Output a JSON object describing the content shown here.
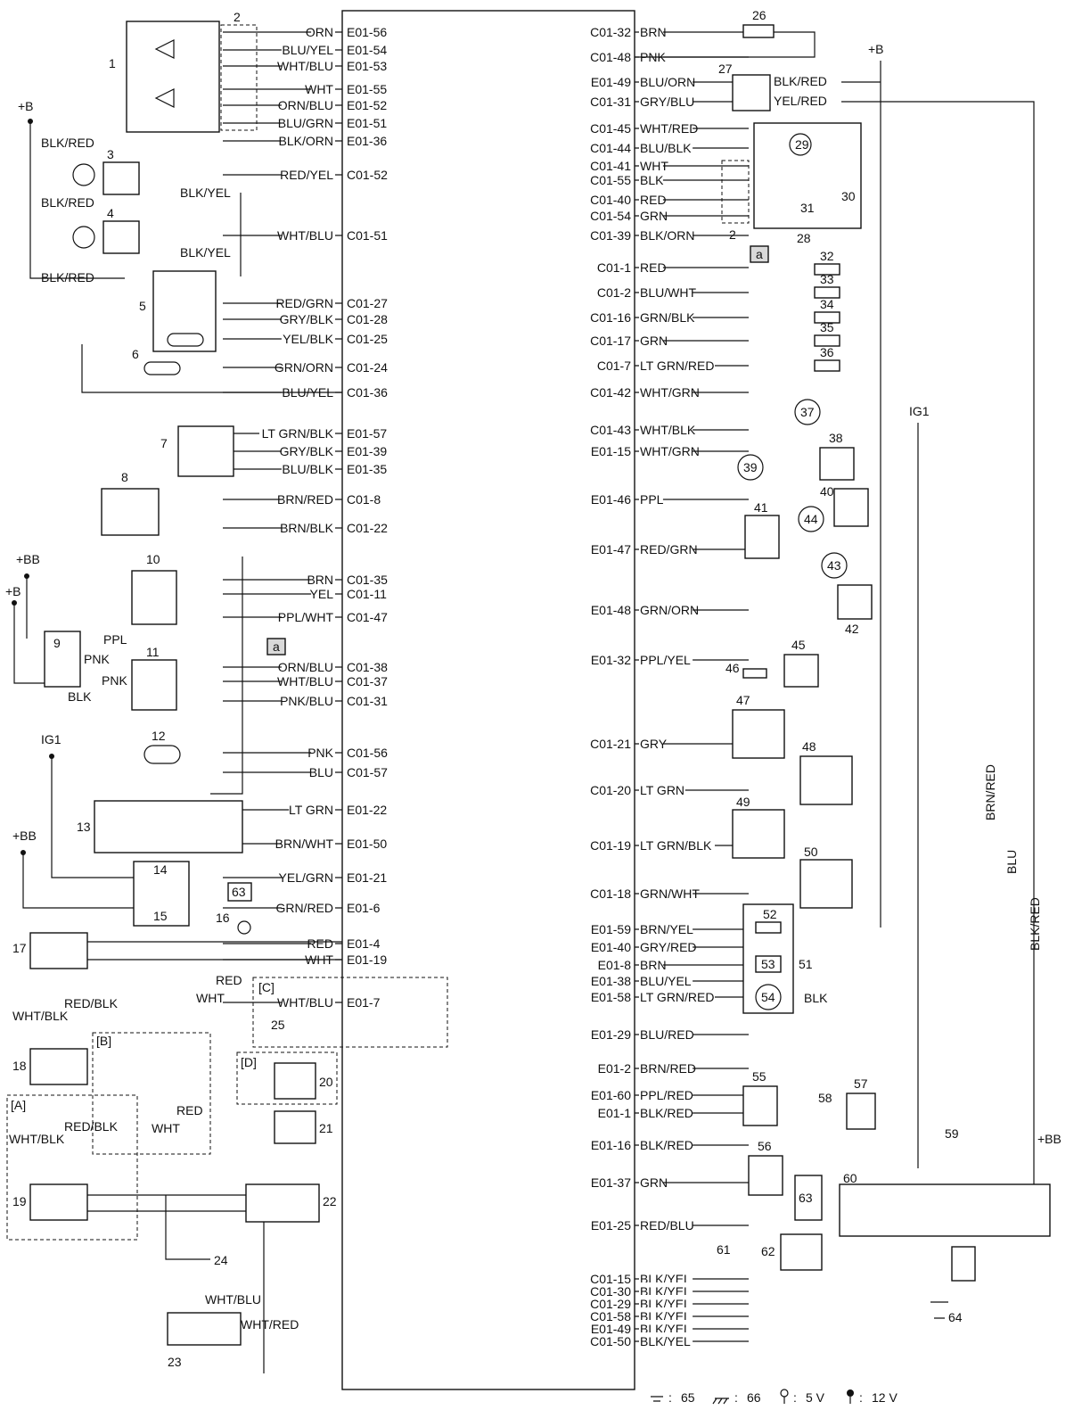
{
  "ecu_pins": {
    "left": [
      {
        "pin": "E01-56",
        "wire": "ORN"
      },
      {
        "pin": "E01-54",
        "wire": "BLU/YEL"
      },
      {
        "pin": "E01-53",
        "wire": "WHT/BLU"
      },
      {
        "pin": "E01-55",
        "wire": "WHT"
      },
      {
        "pin": "E01-52",
        "wire": "ORN/BLU"
      },
      {
        "pin": "E01-51",
        "wire": "BLU/GRN"
      },
      {
        "pin": "E01-36",
        "wire": "BLK/ORN"
      },
      {
        "pin": "C01-52",
        "wire": "RED/YEL"
      },
      {
        "pin": "C01-51",
        "wire": "WHT/BLU"
      },
      {
        "pin": "C01-27",
        "wire": "RED/GRN"
      },
      {
        "pin": "C01-28",
        "wire": "GRY/BLK"
      },
      {
        "pin": "C01-25",
        "wire": "YEL/BLK"
      },
      {
        "pin": "C01-24",
        "wire": "GRN/ORN"
      },
      {
        "pin": "C01-36",
        "wire": "BLU/YEL"
      },
      {
        "pin": "E01-57",
        "wire": "LT GRN/BLK"
      },
      {
        "pin": "E01-39",
        "wire": "GRY/BLK"
      },
      {
        "pin": "E01-35",
        "wire": "BLU/BLK"
      },
      {
        "pin": "C01-8",
        "wire": "BRN/RED"
      },
      {
        "pin": "C01-22",
        "wire": "BRN/BLK"
      },
      {
        "pin": "C01-35",
        "wire": "BRN"
      },
      {
        "pin": "C01-11",
        "wire": "YEL"
      },
      {
        "pin": "C01-47",
        "wire": "PPL/WHT"
      },
      {
        "pin": "C01-38",
        "wire": "ORN/BLU"
      },
      {
        "pin": "C01-37",
        "wire": "WHT/BLU"
      },
      {
        "pin": "C01-31",
        "wire": "PNK/BLU"
      },
      {
        "pin": "C01-56",
        "wire": "PNK"
      },
      {
        "pin": "C01-57",
        "wire": "BLU"
      },
      {
        "pin": "E01-22",
        "wire": "LT GRN"
      },
      {
        "pin": "E01-50",
        "wire": "BRN/WHT"
      },
      {
        "pin": "E01-21",
        "wire": "YEL/GRN"
      },
      {
        "pin": "E01-6",
        "wire": "GRN/RED"
      },
      {
        "pin": "E01-4",
        "wire": "RED"
      },
      {
        "pin": "E01-19",
        "wire": "WHT"
      },
      {
        "pin": "E01-7",
        "wire": "WHT/BLU"
      }
    ],
    "right": [
      {
        "pin": "C01-32",
        "wire": "BRN"
      },
      {
        "pin": "C01-48",
        "wire": "PNK"
      },
      {
        "pin": "E01-49",
        "wire": "BLU/ORN"
      },
      {
        "pin": "C01-31",
        "wire": "GRY/BLU"
      },
      {
        "pin": "C01-45",
        "wire": "WHT/RED"
      },
      {
        "pin": "C01-44",
        "wire": "BLU/BLK"
      },
      {
        "pin": "C01-41",
        "wire": "WHT"
      },
      {
        "pin": "C01-55",
        "wire": "BLK"
      },
      {
        "pin": "C01-40",
        "wire": "RED"
      },
      {
        "pin": "C01-54",
        "wire": "GRN"
      },
      {
        "pin": "C01-39",
        "wire": "BLK/ORN"
      },
      {
        "pin": "C01-1",
        "wire": "RED"
      },
      {
        "pin": "C01-2",
        "wire": "BLU/WHT"
      },
      {
        "pin": "C01-16",
        "wire": "GRN/BLK"
      },
      {
        "pin": "C01-17",
        "wire": "GRN"
      },
      {
        "pin": "C01-7",
        "wire": "LT GRN/RED"
      },
      {
        "pin": "C01-42",
        "wire": "WHT/GRN"
      },
      {
        "pin": "C01-43",
        "wire": "WHT/BLK"
      },
      {
        "pin": "E01-15",
        "wire": "WHT/GRN"
      },
      {
        "pin": "E01-46",
        "wire": "PPL"
      },
      {
        "pin": "E01-47",
        "wire": "RED/GRN"
      },
      {
        "pin": "E01-48",
        "wire": "GRN/ORN"
      },
      {
        "pin": "E01-32",
        "wire": "PPL/YEL"
      },
      {
        "pin": "C01-21",
        "wire": "GRY"
      },
      {
        "pin": "C01-20",
        "wire": "LT GRN"
      },
      {
        "pin": "C01-19",
        "wire": "LT GRN/BLK"
      },
      {
        "pin": "C01-18",
        "wire": "GRN/WHT"
      },
      {
        "pin": "E01-59",
        "wire": "BRN/YEL"
      },
      {
        "pin": "E01-40",
        "wire": "GRY/RED"
      },
      {
        "pin": "E01-8",
        "wire": "BRN"
      },
      {
        "pin": "E01-38",
        "wire": "BLU/YEL"
      },
      {
        "pin": "E01-58",
        "wire": "LT GRN/RED"
      },
      {
        "pin": "E01-29",
        "wire": "BLU/RED"
      },
      {
        "pin": "E01-2",
        "wire": "BRN/RED"
      },
      {
        "pin": "E01-60",
        "wire": "PPL/RED"
      },
      {
        "pin": "E01-1",
        "wire": "BLK/RED"
      },
      {
        "pin": "E01-16",
        "wire": "BLK/RED"
      },
      {
        "pin": "E01-37",
        "wire": "GRN"
      },
      {
        "pin": "E01-25",
        "wire": "RED/BLU"
      },
      {
        "pin": "C01-15",
        "wire": "BLK/YEL"
      },
      {
        "pin": "C01-30",
        "wire": "BLK/YEL"
      },
      {
        "pin": "C01-29",
        "wire": "BLK/YEL"
      },
      {
        "pin": "C01-58",
        "wire": "BLK/YEL"
      },
      {
        "pin": "E01-49",
        "wire": "BLK/YEL"
      },
      {
        "pin": "C01-50",
        "wire": "BLK/YEL"
      }
    ]
  },
  "component_numbers": [
    "1",
    "2",
    "3",
    "4",
    "5",
    "6",
    "7",
    "8",
    "9",
    "10",
    "11",
    "12",
    "13",
    "14",
    "15",
    "16",
    "17",
    "18",
    "19",
    "20",
    "21",
    "22",
    "23",
    "24",
    "25",
    "26",
    "27",
    "28",
    "29",
    "30",
    "31",
    "32",
    "33",
    "34",
    "35",
    "36",
    "37",
    "38",
    "39",
    "40",
    "41",
    "42",
    "43",
    "44",
    "45",
    "46",
    "47",
    "48",
    "49",
    "50",
    "51",
    "52",
    "53",
    "54",
    "55",
    "56",
    "57",
    "58",
    "59",
    "60",
    "61",
    "62",
    "63",
    "64"
  ],
  "power_labels": {
    "plus_b": "+B",
    "plus_bb": "+BB",
    "ig1": "IG1"
  },
  "left_wires": [
    {
      "label": "BLK/RED"
    },
    {
      "label": "BLK/YEL"
    },
    {
      "label": "BLK/RED"
    },
    {
      "label": "BLK/YEL"
    },
    {
      "label": "BLK/RED"
    },
    {
      "label": "PPL"
    },
    {
      "label": "PNK"
    },
    {
      "label": "PNK"
    },
    {
      "label": "BLK"
    },
    {
      "label": "RED/BLK"
    },
    {
      "label": "WHT/BLK"
    },
    {
      "label": "RED/BLK"
    },
    {
      "label": "WHT/BLK"
    },
    {
      "label": "WHT"
    },
    {
      "label": "RED"
    },
    {
      "label": "RED"
    },
    {
      "label": "WHT"
    },
    {
      "label": "WHT/BLU"
    },
    {
      "label": "WHT/RED"
    }
  ],
  "right_wires": [
    {
      "label": "BLK/RED"
    },
    {
      "label": "YEL/RED"
    },
    {
      "label": "BLK"
    },
    {
      "label": "BRN/RED"
    },
    {
      "label": "BLU"
    },
    {
      "label": "BLK/RED"
    }
  ],
  "bracket_labels": {
    "a": "[A]",
    "b": "[B]",
    "c": "[C]",
    "d": "[D]",
    "connector_a": "a"
  },
  "legend": {
    "item1_num": "65",
    "item2_num": "66",
    "item3_text": "5 V",
    "item4_text": "12 V",
    "colon": ":"
  }
}
